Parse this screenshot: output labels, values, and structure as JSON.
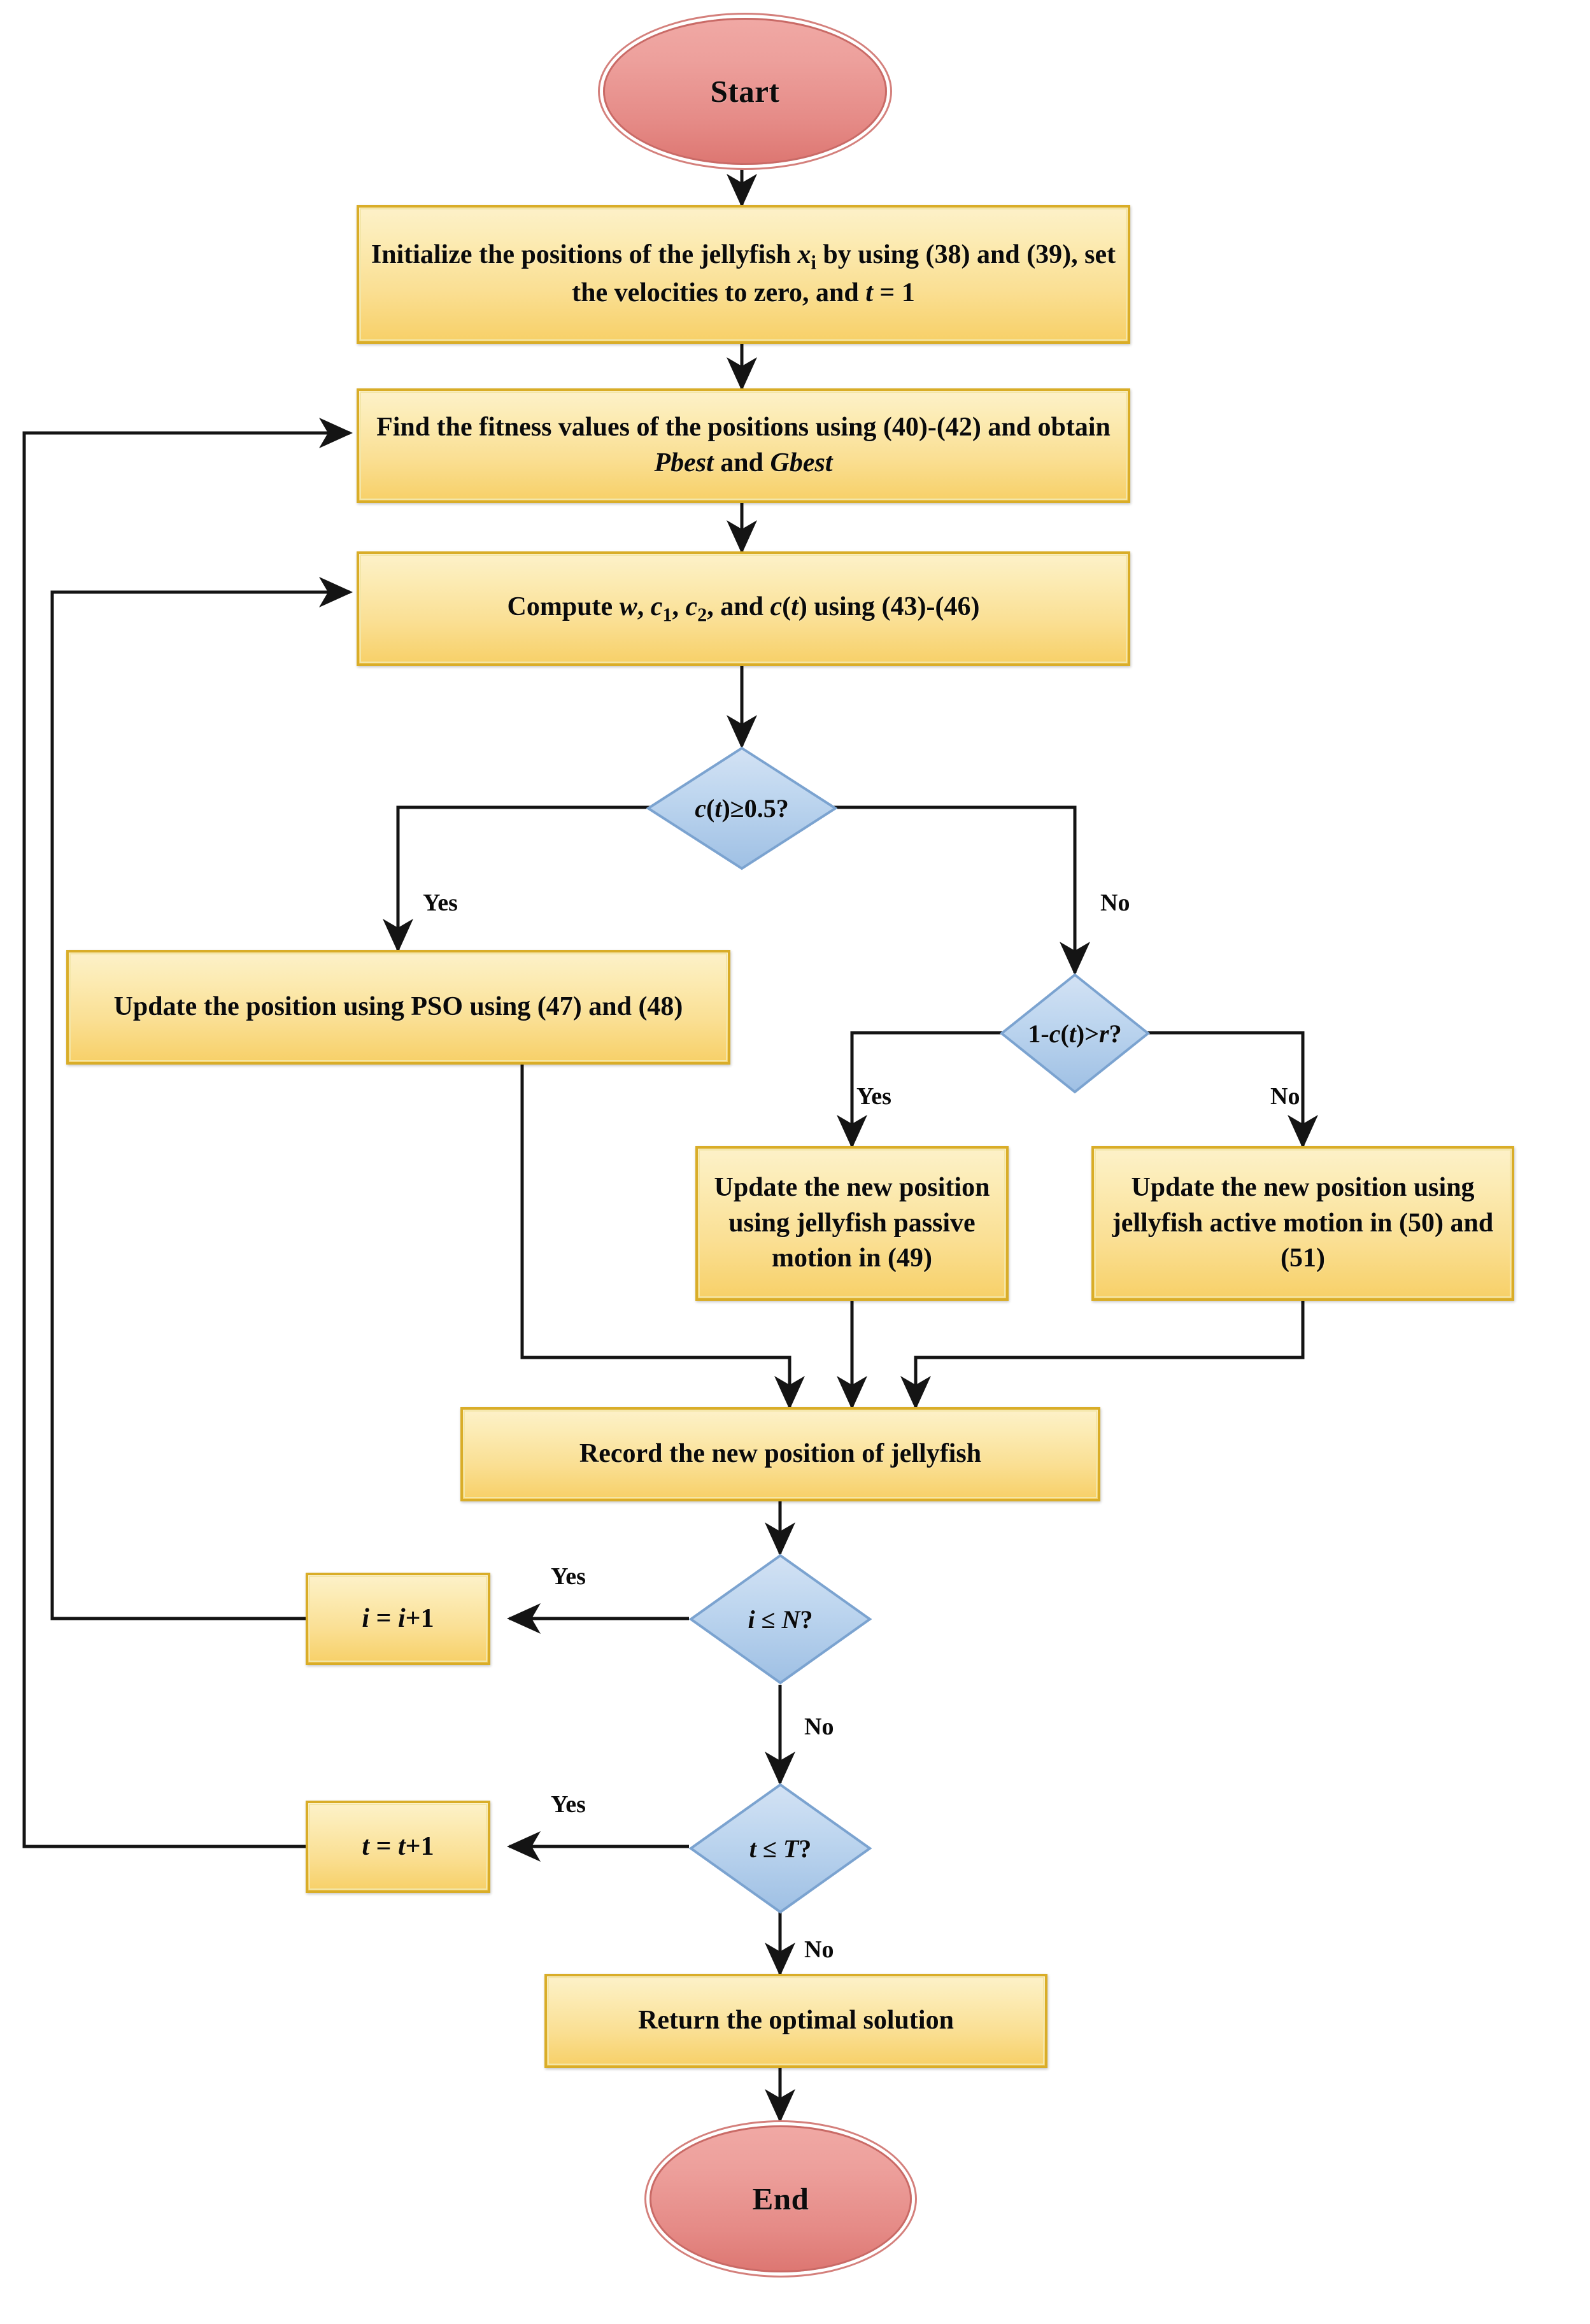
{
  "diagram": {
    "title": "Hybrid PSO-Jellyfish Search Optimization Flowchart",
    "colors": {
      "terminator_fill": "#eda09c",
      "terminator_border": "#c96a66",
      "process_fill": "#fadf93",
      "process_border": "#d9ad28",
      "decision_fill": "#b3cce9",
      "decision_border": "#7ba3d0",
      "connector": "#1a1a1a",
      "background": "#ffffff"
    }
  },
  "nodes": {
    "start": {
      "label": "Start",
      "shape": "terminator"
    },
    "initialize": {
      "label": "Initialize the positions of the jellyfish xi by using (38) and (39), set the velocities to zero, and t = 1",
      "shape": "process"
    },
    "fitness": {
      "label": "Find the fitness values of the positions using (40)-(42) and obtain Pbest and Gbest",
      "shape": "process"
    },
    "compute": {
      "label": "Compute w, c1, c2, and c(t) using (43)-(46)",
      "shape": "process"
    },
    "decision_ct": {
      "label": "c(t)≥0.5?",
      "shape": "decision"
    },
    "pso": {
      "label": "Update the position using PSO using (47) and (48)",
      "shape": "process"
    },
    "decision_r": {
      "label": "1-c(t)>r?",
      "shape": "decision"
    },
    "passive": {
      "label": "Update the new position using jellyfish passive motion in (49)",
      "shape": "process"
    },
    "active": {
      "label": "Update the new position using jellyfish active motion in (50) and (51)",
      "shape": "process"
    },
    "record": {
      "label": "Record the new position of jellyfish",
      "shape": "process"
    },
    "decision_i": {
      "label": "i ≤ N?",
      "shape": "decision"
    },
    "inc_i": {
      "label": "i = i+1",
      "shape": "process"
    },
    "decision_t": {
      "label": "t ≤ T?",
      "shape": "decision"
    },
    "inc_t": {
      "label": "t = t+1",
      "shape": "process"
    },
    "return": {
      "label": "Return the optimal solution",
      "shape": "process"
    },
    "end": {
      "label": "End",
      "shape": "terminator"
    }
  },
  "edge_labels": {
    "ct_yes": "Yes",
    "ct_no": "No",
    "r_yes": "Yes",
    "r_no": "No",
    "i_yes": "Yes",
    "i_no": "No",
    "t_yes": "Yes",
    "t_no": "No"
  },
  "edges": [
    {
      "from": "start",
      "to": "initialize",
      "label": ""
    },
    {
      "from": "initialize",
      "to": "fitness",
      "label": ""
    },
    {
      "from": "fitness",
      "to": "compute",
      "label": ""
    },
    {
      "from": "compute",
      "to": "decision_ct",
      "label": ""
    },
    {
      "from": "decision_ct",
      "to": "pso",
      "label": "Yes"
    },
    {
      "from": "decision_ct",
      "to": "decision_r",
      "label": "No"
    },
    {
      "from": "decision_r",
      "to": "passive",
      "label": "Yes"
    },
    {
      "from": "decision_r",
      "to": "active",
      "label": "No"
    },
    {
      "from": "pso",
      "to": "record",
      "label": ""
    },
    {
      "from": "passive",
      "to": "record",
      "label": ""
    },
    {
      "from": "active",
      "to": "record",
      "label": ""
    },
    {
      "from": "record",
      "to": "decision_i",
      "label": ""
    },
    {
      "from": "decision_i",
      "to": "inc_i",
      "label": "Yes"
    },
    {
      "from": "inc_i",
      "to": "compute",
      "label": ""
    },
    {
      "from": "decision_i",
      "to": "decision_t",
      "label": "No"
    },
    {
      "from": "decision_t",
      "to": "inc_t",
      "label": "Yes"
    },
    {
      "from": "inc_t",
      "to": "fitness",
      "label": ""
    },
    {
      "from": "decision_t",
      "to": "return",
      "label": "No"
    },
    {
      "from": "return",
      "to": "end",
      "label": ""
    }
  ]
}
